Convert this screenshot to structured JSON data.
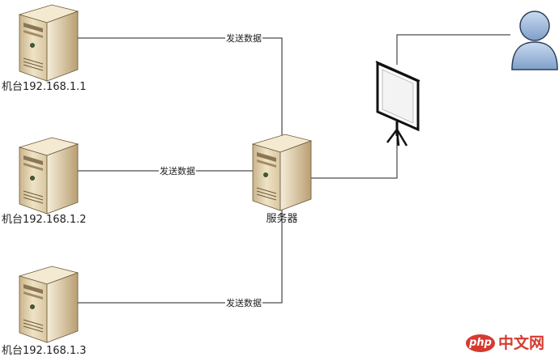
{
  "clients": [
    {
      "label": "机台192.168.1.1",
      "edge_label": "发送数据"
    },
    {
      "label": "机台192.168.1.2",
      "edge_label": "发送数据"
    },
    {
      "label": "机台192.168.1.3",
      "edge_label": "发送数据"
    }
  ],
  "server": {
    "label": "服务器"
  },
  "icons": {
    "client": "server-tower-icon",
    "server": "server-tower-icon",
    "display": "projection-screen-icon",
    "user": "user-icon"
  },
  "colors": {
    "server_body": "#efe3c6",
    "server_shade": "#c9b48a",
    "user_fill": "#9fb9dc",
    "watermark": "#d63a2f"
  },
  "watermark": {
    "brand": "php",
    "text": "中文网"
  }
}
